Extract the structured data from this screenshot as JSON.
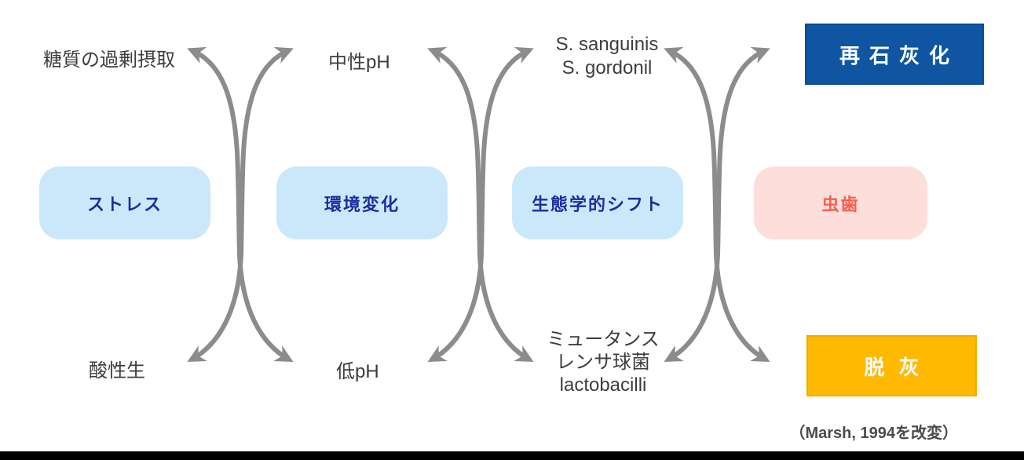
{
  "diagram": {
    "top_row": {
      "sugar_label": "糖質の過剰摂取",
      "neutral_ph_label": "中性pH",
      "bacteria_line1": "S. sanguinis",
      "bacteria_line2": "S. gordonil",
      "remineralization_box": "再石灰化"
    },
    "middle_row": {
      "stress_box": "ストレス",
      "environment_box": "環境変化",
      "ecological_shift_box": "生態学的シフト",
      "caries_box": "虫歯"
    },
    "bottom_row": {
      "acid_label": "酸性生",
      "low_ph_label": "低pH",
      "bacteria_line1": "ミュータンス",
      "bacteria_line2": "レンサ球菌",
      "bacteria_line3": "lactobacilli",
      "demineralization_box": "脱灰"
    },
    "citation": "（Marsh, 1994を改変）",
    "colors": {
      "accent_blue": "#0f55a2",
      "light_blue_box": "#cbe8fa",
      "navy_text": "#1c2da0",
      "pink_box": "#fcdedb",
      "red_text": "#f4604e",
      "yellow_box": "#ffb900",
      "arrow_gray": "#8c8c8c",
      "label_gray": "#3d3d3d"
    }
  }
}
